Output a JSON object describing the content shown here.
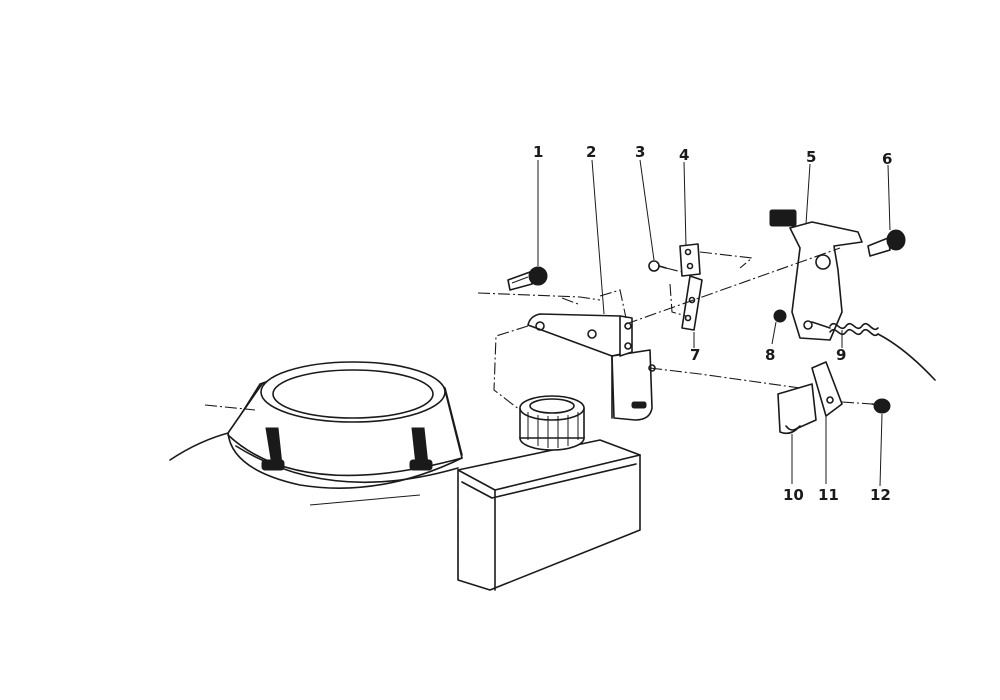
{
  "diagram": {
    "colors": {
      "ink": "#1a1a1a",
      "paper": "#ffffff"
    },
    "callouts": [
      {
        "id": "1",
        "label": "1"
      },
      {
        "id": "2",
        "label": "2"
      },
      {
        "id": "3",
        "label": "3"
      },
      {
        "id": "4",
        "label": "4"
      },
      {
        "id": "5",
        "label": "5"
      },
      {
        "id": "6",
        "label": "6"
      },
      {
        "id": "7",
        "label": "7"
      },
      {
        "id": "8",
        "label": "8"
      },
      {
        "id": "9",
        "label": "9"
      },
      {
        "id": "10",
        "label": "10"
      },
      {
        "id": "11",
        "label": "11"
      },
      {
        "id": "12",
        "label": "12"
      }
    ]
  }
}
